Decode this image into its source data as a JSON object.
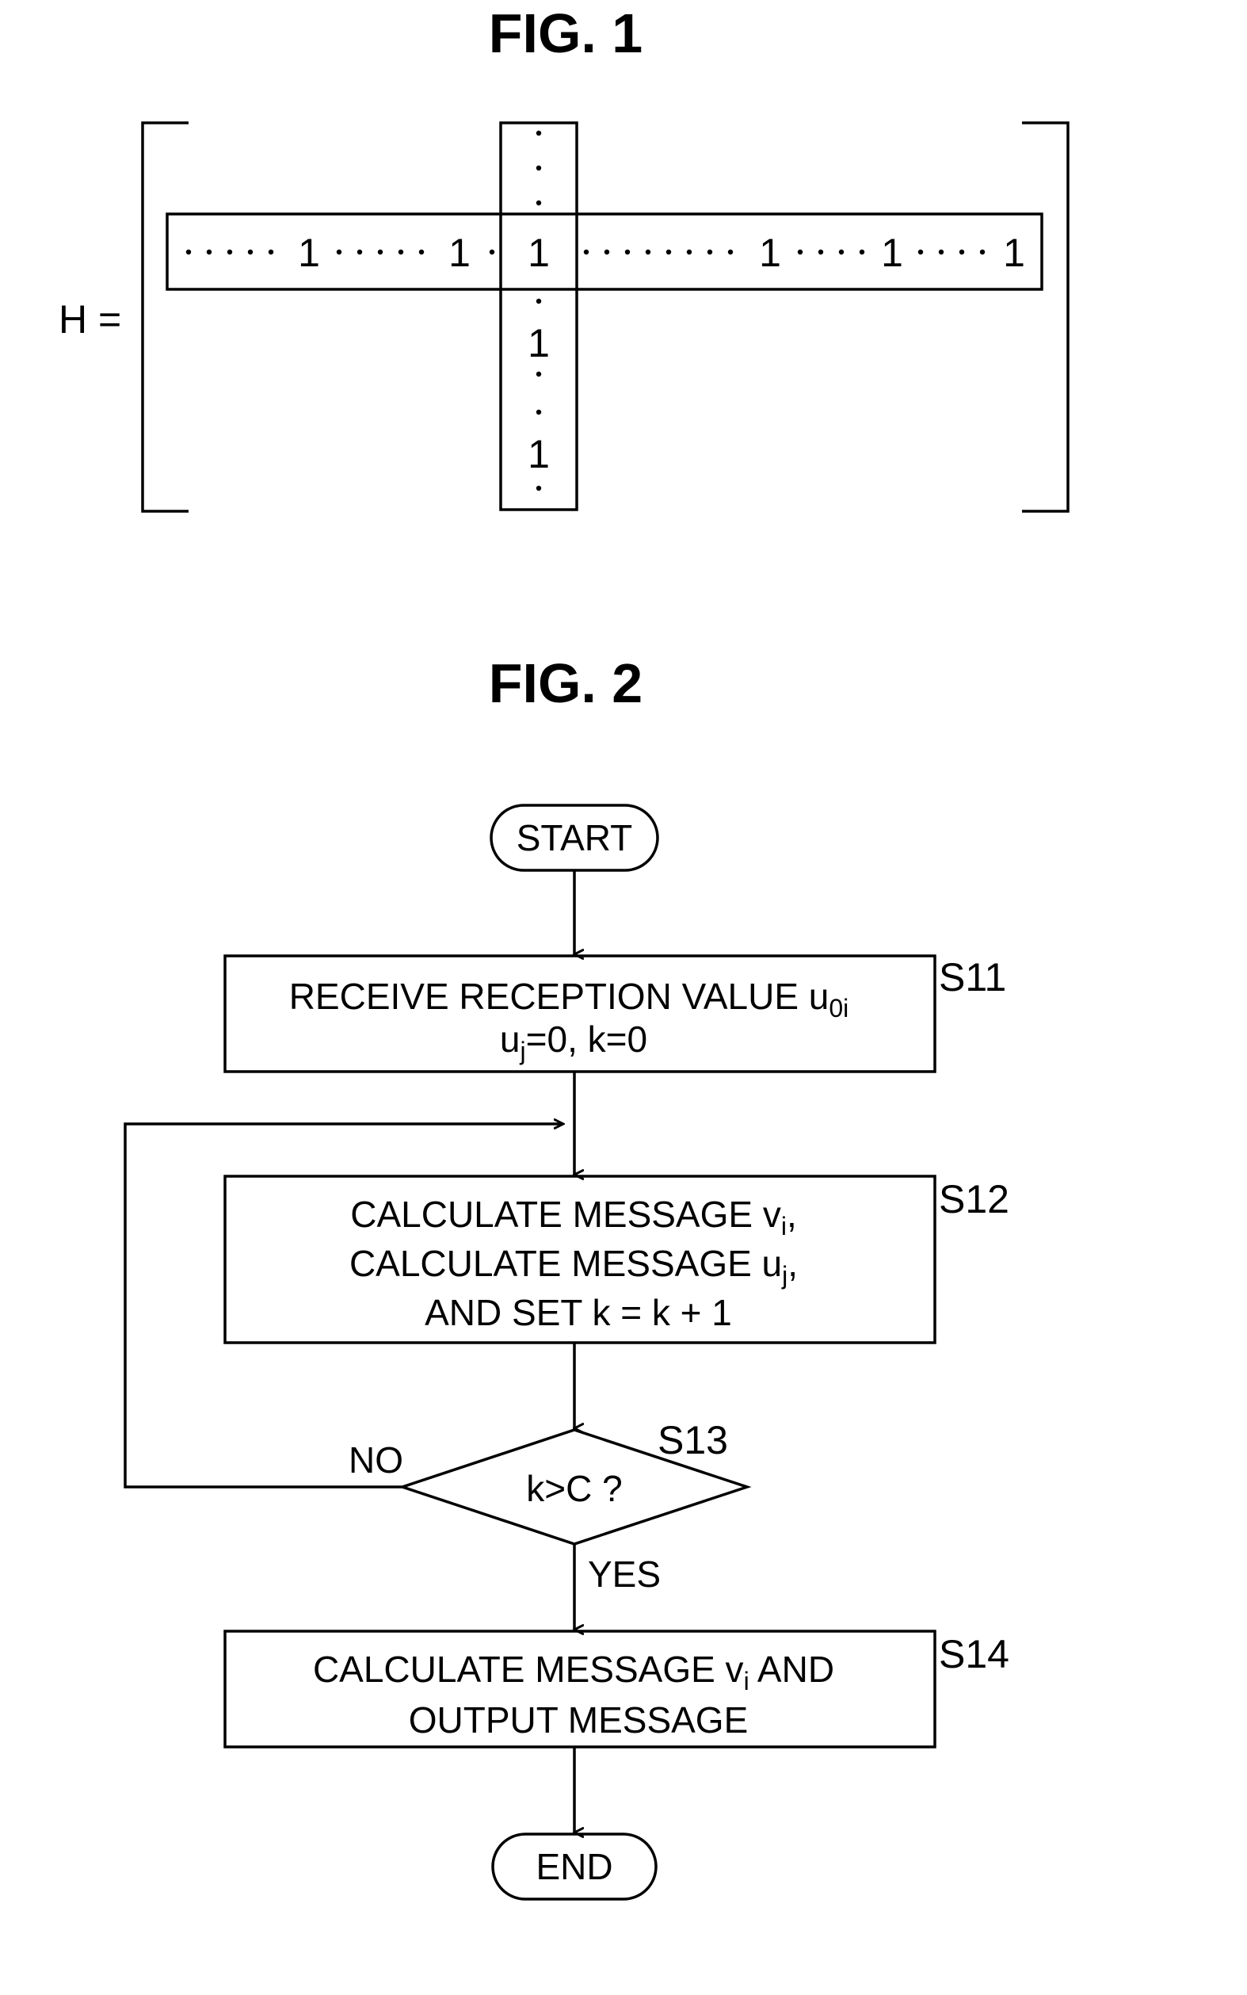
{
  "fig1": {
    "title": "FIG. 1",
    "matrix_label": "H =",
    "row_ones": [
      "1",
      "1",
      "1",
      "1",
      "1",
      "1"
    ],
    "column_ones": [
      "1",
      "1"
    ]
  },
  "fig2": {
    "title": "FIG. 2",
    "start_label": "START",
    "end_label": "END",
    "s11": {
      "step_id": "S11",
      "line1": "RECEIVE RECEPTION VALUE u",
      "line1_sub": "0i",
      "line2_a": "u",
      "line2_sub": "j",
      "line2_b": "=0, k=0"
    },
    "s12": {
      "step_id": "S12",
      "line1": "CALCULATE MESSAGE v",
      "line1_sub": "i",
      "line1_tail": ",",
      "line2": "CALCULATE MESSAGE u",
      "line2_sub": "j",
      "line2_tail": ",",
      "line3": "AND SET k = k + 1"
    },
    "s13": {
      "step_id": "S13",
      "condition": "k>C ?",
      "no_label": "NO",
      "yes_label": "YES"
    },
    "s14": {
      "step_id": "S14",
      "line1": "CALCULATE MESSAGE v",
      "line1_sub": "i",
      "line1_tail": " AND",
      "line2": "OUTPUT MESSAGE"
    }
  }
}
